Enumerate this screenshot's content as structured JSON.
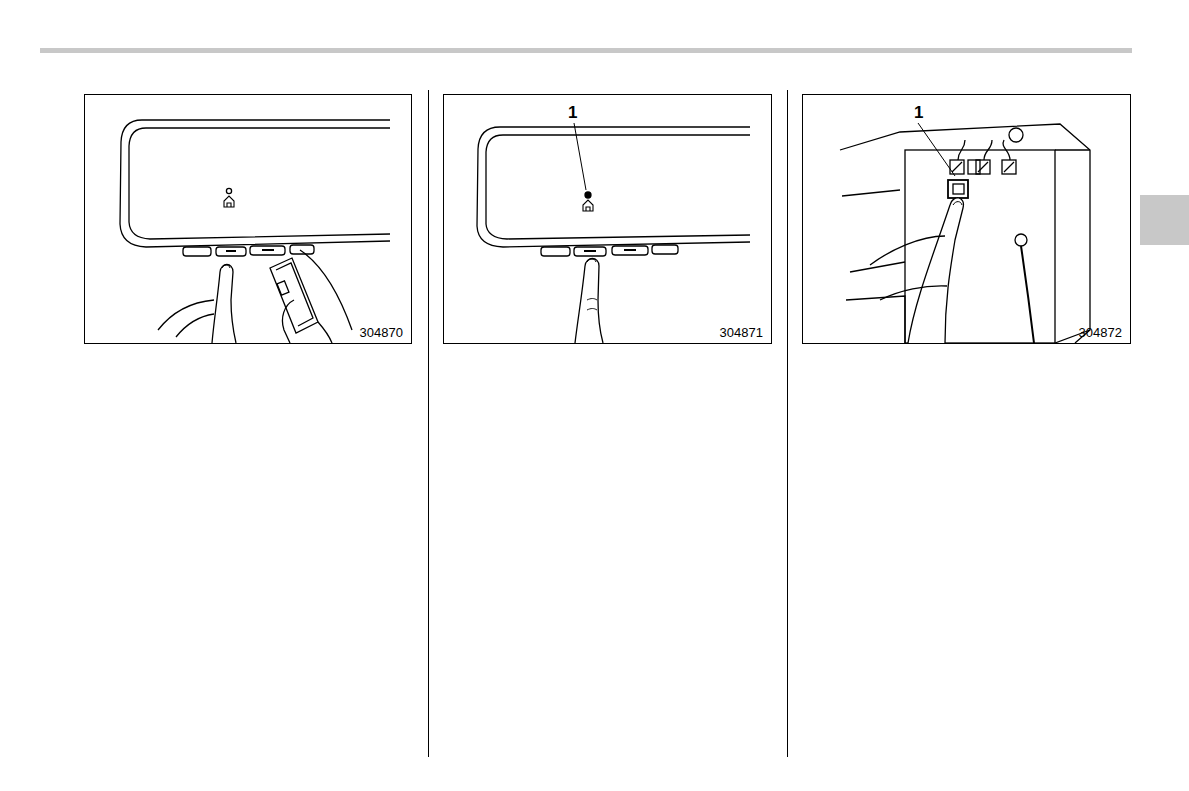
{
  "diagram": {
    "labels": [
      "304870",
      "1",
      "304871",
      "1",
      "304872"
    ]
  }
}
